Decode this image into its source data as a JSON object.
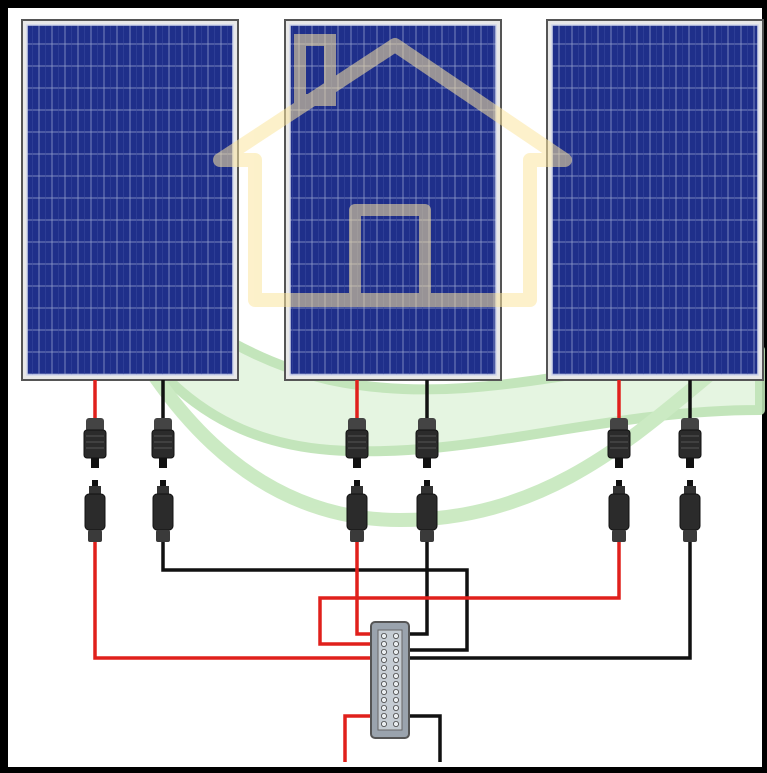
{
  "diagram": {
    "type": "parallel-solar-wiring",
    "panel_count": 3,
    "connector_pairs": 3,
    "colors": {
      "frame": "#000000",
      "panel_cell": "#1f2f8a",
      "panel_grid": "#8f9ccc",
      "panel_border": "#555555",
      "positive_wire": "#e0201c",
      "negative_wire": "#111111",
      "watermark_house": "#fbecb3",
      "watermark_leaf": "#cdebc3",
      "connector_body": "#2b2b2b",
      "busbar_body": "#9aa3ad"
    },
    "icons": {
      "watermark": "house-leaf-logo",
      "connectors": "mc4-connector",
      "junction": "bus-bar-terminal-block"
    },
    "panels": [
      {
        "id": "panel-1"
      },
      {
        "id": "panel-2"
      },
      {
        "id": "panel-3"
      }
    ]
  }
}
